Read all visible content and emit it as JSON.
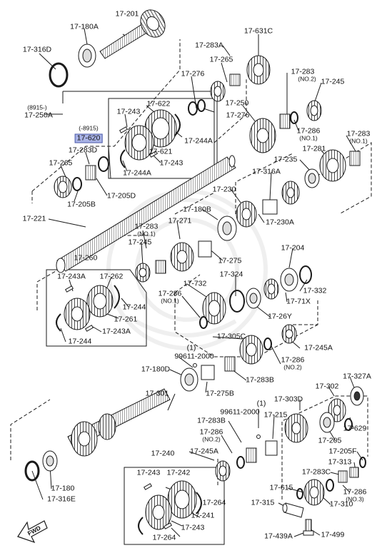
{
  "colors": {
    "line": "#1a1a1a",
    "highlight": "#a9b3e6",
    "watermark": "#e6e6e6"
  },
  "highlighted_part": "17-620",
  "fwd_label": "FWD",
  "labels": {
    "p17_201": "17-201",
    "p17_180A": "17-180A",
    "p17_316D": "17-316D",
    "p17_283A": "17-283A",
    "p17_631C": "17-631C",
    "p17_265_top": "17-265",
    "p17_276_a": "17-276",
    "p17_276_b": "17-276",
    "p8915": "(8915-)",
    "p17_250A": "17-250A",
    "p8915b": "(-8915)",
    "p17_620": "17-620",
    "p17_243_a": "17-243",
    "p17_622": "17-622",
    "p17_244A_a": "17-244A",
    "p17_621": "17-621",
    "p17_243_b": "17-243",
    "p17_244A_b": "17-244A",
    "p17_250": "17-250",
    "p17_283_no2": "17-283",
    "no2_a": "(NO.2)",
    "p17_245_top": "17-245",
    "p17_286_no1_top": "17-286",
    "no1_a": "(NO.1)",
    "p17_283_no1_top": "17-283",
    "no1_b": "(NO.1)",
    "p17_283D": "17-283D",
    "p17_265_left": "17-265",
    "p17_205B": "17-205B",
    "p17_205D": "17-205D",
    "p17_235": "17-235",
    "p17_281": "17-281",
    "p17_316A": "17-316A",
    "p17_230": "17-230",
    "p17_230A": "17-230A",
    "p17_180B": "17-180B",
    "p17_221": "17-221",
    "p17_283_no1_mid": "17-283",
    "no1_c": "(NO.1)",
    "p17_271": "17-271",
    "p17_245_mid": "17-245",
    "p17_275": "17-275",
    "p17_204": "17-204",
    "p17_260": "17-260",
    "p17_243A_a": "17-243A",
    "p17_262": "17-262",
    "p17_244_a": "17-244",
    "p17_261": "17-261",
    "p17_243A_b": "17-243A",
    "p17_244_b": "17-244",
    "p17_324": "17-324",
    "p17_732": "17-732",
    "p17_286_no1_mid": "17-286",
    "no1_d": "(NO.1)",
    "p17_332": "17-332",
    "p17_71X": "17-71X",
    "p17_26Y": "17-26Y",
    "p17_305C": "17-305C",
    "p17_245A_mid": "17-245A",
    "p1_a": "(1)",
    "p99611_a": "99611-2000",
    "p17_180D": "17-180D",
    "p17_286_no2_mid": "17-286",
    "no2_b": "(NO.2)",
    "p17_283B_mid": "17-283B",
    "p17_275B": "17-275B",
    "p17_327A": "17-327A",
    "p17_301": "17-301",
    "p17_302": "17-302",
    "p17_303D": "17-303D",
    "p1_b": "(1)",
    "p99611_b": "99611-2000",
    "p17_283B_low": "17-283B",
    "p17_215": "17-215",
    "p17_629": "17-629",
    "p17_286_no2_low": "17-286",
    "no2_c": "(NO.2)",
    "p17_205": "17-205",
    "p17_245A_low": "17-245A",
    "p17_205F": "17-205F",
    "p17_313": "17-313",
    "p17_310": "17-310",
    "p17_283C": "17-283C",
    "p17_286_no3": "17-286",
    "no3": "(NO.3)",
    "p17_240": "17-240",
    "p17_243_c": "17-243",
    "p17_242": "17-242",
    "p17_264_a": "17-264",
    "p17_241": "17-241",
    "p17_243_d": "17-243",
    "p17_264_b": "17-264",
    "p17_180": "17-180",
    "p17_316E": "17-316E",
    "p17_615": "17-615",
    "p17_315": "17-315",
    "p17_439A": "17-439A",
    "p17_499": "17-499"
  }
}
